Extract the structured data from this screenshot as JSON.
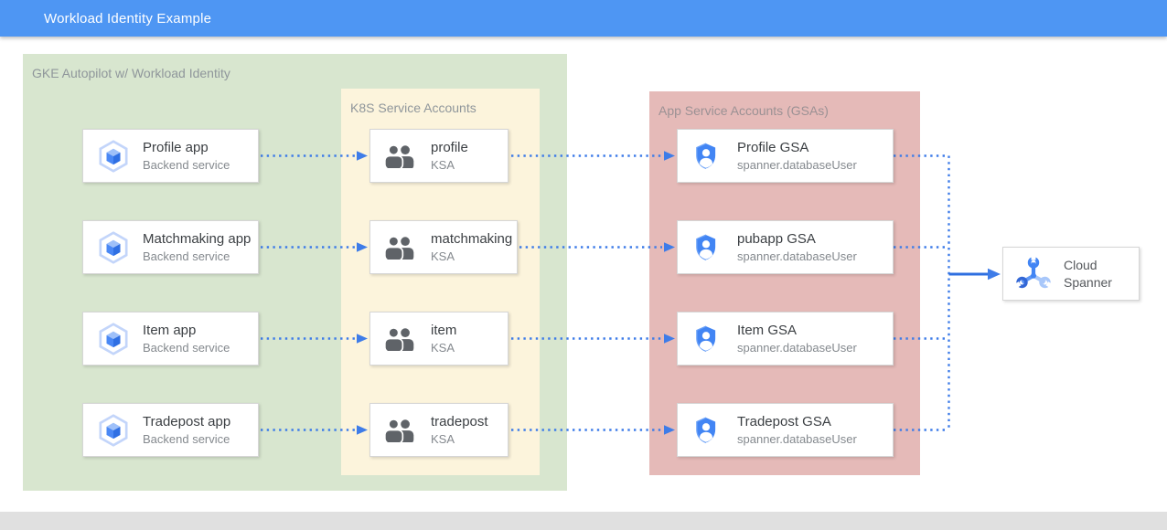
{
  "header": {
    "title": "Workload Identity Example"
  },
  "containers": {
    "gke": {
      "label": "GKE Autopilot w/ Workload Identity"
    },
    "k8s": {
      "label": "K8S Service Accounts"
    },
    "gsa": {
      "label": "App Service Accounts (GSAs)"
    }
  },
  "rows": [
    {
      "app": {
        "title": "Profile app",
        "subtitle": "Backend service",
        "icon": "gke-hexagon-icon"
      },
      "ksa": {
        "title": "profile",
        "subtitle": "KSA",
        "icon": "people-icon"
      },
      "gsa": {
        "title": "Profile GSA",
        "subtitle": "spanner.databaseUser",
        "icon": "shield-person-icon"
      }
    },
    {
      "app": {
        "title": "Matchmaking app",
        "subtitle": "Backend service",
        "icon": "gke-hexagon-icon"
      },
      "ksa": {
        "title": "matchmaking",
        "subtitle": "KSA",
        "icon": "people-icon"
      },
      "gsa": {
        "title": "pubapp GSA",
        "subtitle": "spanner.databaseUser",
        "icon": "shield-person-icon"
      }
    },
    {
      "app": {
        "title": "Item app",
        "subtitle": "Backend service",
        "icon": "gke-hexagon-icon"
      },
      "ksa": {
        "title": "item",
        "subtitle": "KSA",
        "icon": "people-icon"
      },
      "gsa": {
        "title": "Item GSA",
        "subtitle": "spanner.databaseUser",
        "icon": "shield-person-icon"
      }
    },
    {
      "app": {
        "title": "Tradepost app",
        "subtitle": "Backend service",
        "icon": "gke-hexagon-icon"
      },
      "ksa": {
        "title": "tradepost",
        "subtitle": "KSA",
        "icon": "people-icon"
      },
      "gsa": {
        "title": "Tradepost GSA",
        "subtitle": "spanner.databaseUser",
        "icon": "shield-person-icon"
      }
    }
  ],
  "spanner": {
    "title": "Cloud Spanner",
    "icon": "cloud-spanner-icon"
  },
  "colors": {
    "header_bar": "#4e96f3",
    "gke_container": "#d8e6cf",
    "k8s_container": "#fcf4dc",
    "gsa_container": "#e5bab8",
    "arrow_blue": "#3e7ce8",
    "node_border": "#d6d6d6",
    "node_title_text": "#3b3f43",
    "node_subtitle_text": "#84898e",
    "container_label_text": "#8f969b",
    "footer_strip": "#e0e0e0"
  }
}
